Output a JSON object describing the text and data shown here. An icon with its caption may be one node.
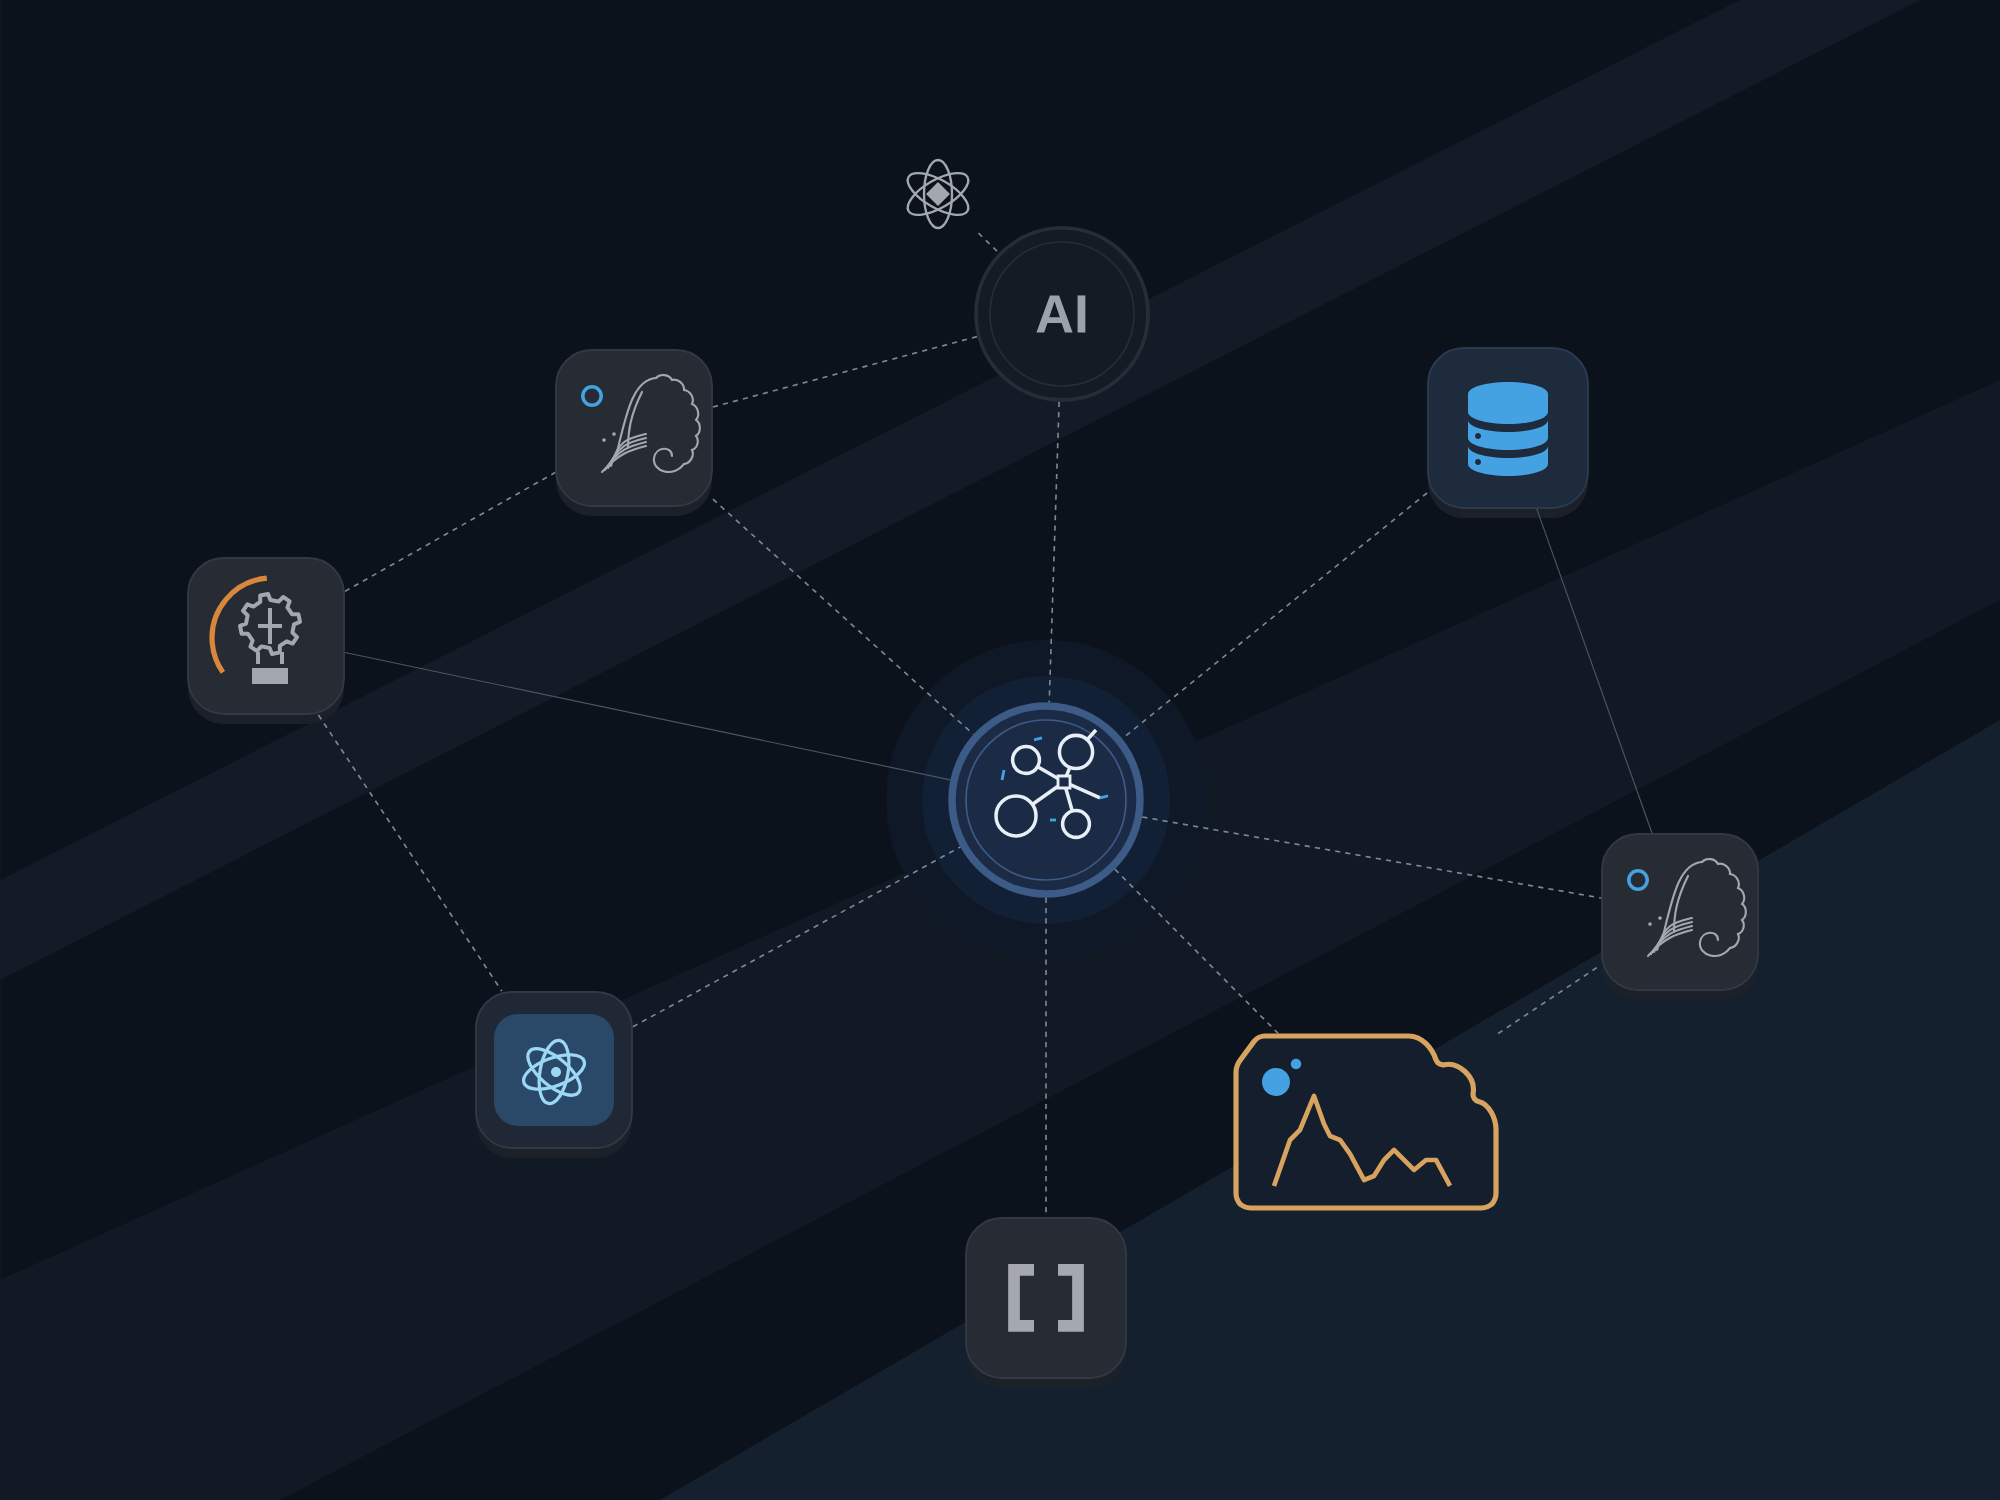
{
  "diagram": {
    "nodes": [
      {
        "text": [],
        "shape": "picture"
      },
      {
        "text": [
          "AI"
        ]
      },
      {
        "text": [],
        "shape": "box"
      },
      {
        "text": [],
        "shape": "box"
      },
      {
        "text": [],
        "shape": "box"
      },
      {
        "text": [],
        "shape": "circle"
      },
      {
        "text": [],
        "shape": "box"
      },
      {
        "text": [],
        "shape": "box"
      },
      {
        "text": [],
        "shape": "cloud"
      },
      {
        "text": [],
        "shape": "box"
      }
    ],
    "edges": [
      {
        "from": 0,
        "to": 1,
        "arrow": "none",
        "style": "dashed"
      },
      {
        "from": 2,
        "to": 1,
        "arrow": "none",
        "style": "dashed"
      },
      {
        "from": 1,
        "to": 5,
        "arrow": "none",
        "style": "dashed"
      },
      {
        "from": 4,
        "to": 2,
        "arrow": "none",
        "style": "dashed"
      },
      {
        "from": 2,
        "to": 5,
        "arrow": "none",
        "style": "dashed"
      },
      {
        "from": 3,
        "to": 5,
        "arrow": "none",
        "style": "dashed"
      },
      {
        "from": 3,
        "to": 6,
        "arrow": "none"
      },
      {
        "from": 4,
        "to": 5,
        "arrow": "none"
      },
      {
        "from": 4,
        "to": 7,
        "arrow": "none",
        "style": "dashed"
      },
      {
        "from": 7,
        "to": 5,
        "arrow": "none",
        "style": "dashed"
      },
      {
        "from": 5,
        "to": 6,
        "arrow": "none",
        "style": "dashed"
      },
      {
        "from": 5,
        "to": 8,
        "arrow": "none",
        "style": "dashed"
      },
      {
        "from": 8,
        "to": 6,
        "arrow": "none",
        "style": "dashed"
      },
      {
        "from": 5,
        "to": 9,
        "arrow": "none",
        "style": "dashed"
      }
    ]
  }
}
